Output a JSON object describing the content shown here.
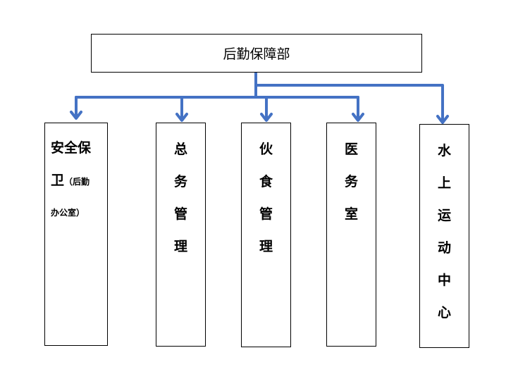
{
  "diagram": {
    "root": {
      "label": "后勤保障部"
    },
    "departments": [
      {
        "line1": "安全保",
        "line2_big": "卫",
        "line2_small": "（后勤",
        "line3_small": "办公室）"
      },
      {
        "label": "总务管理"
      },
      {
        "label": "伙食管理"
      },
      {
        "label": "医务室"
      },
      {
        "label": "水上运动中心"
      }
    ],
    "colors": {
      "connector": "#4472C4",
      "border": "#000000",
      "text": "#000000"
    }
  }
}
